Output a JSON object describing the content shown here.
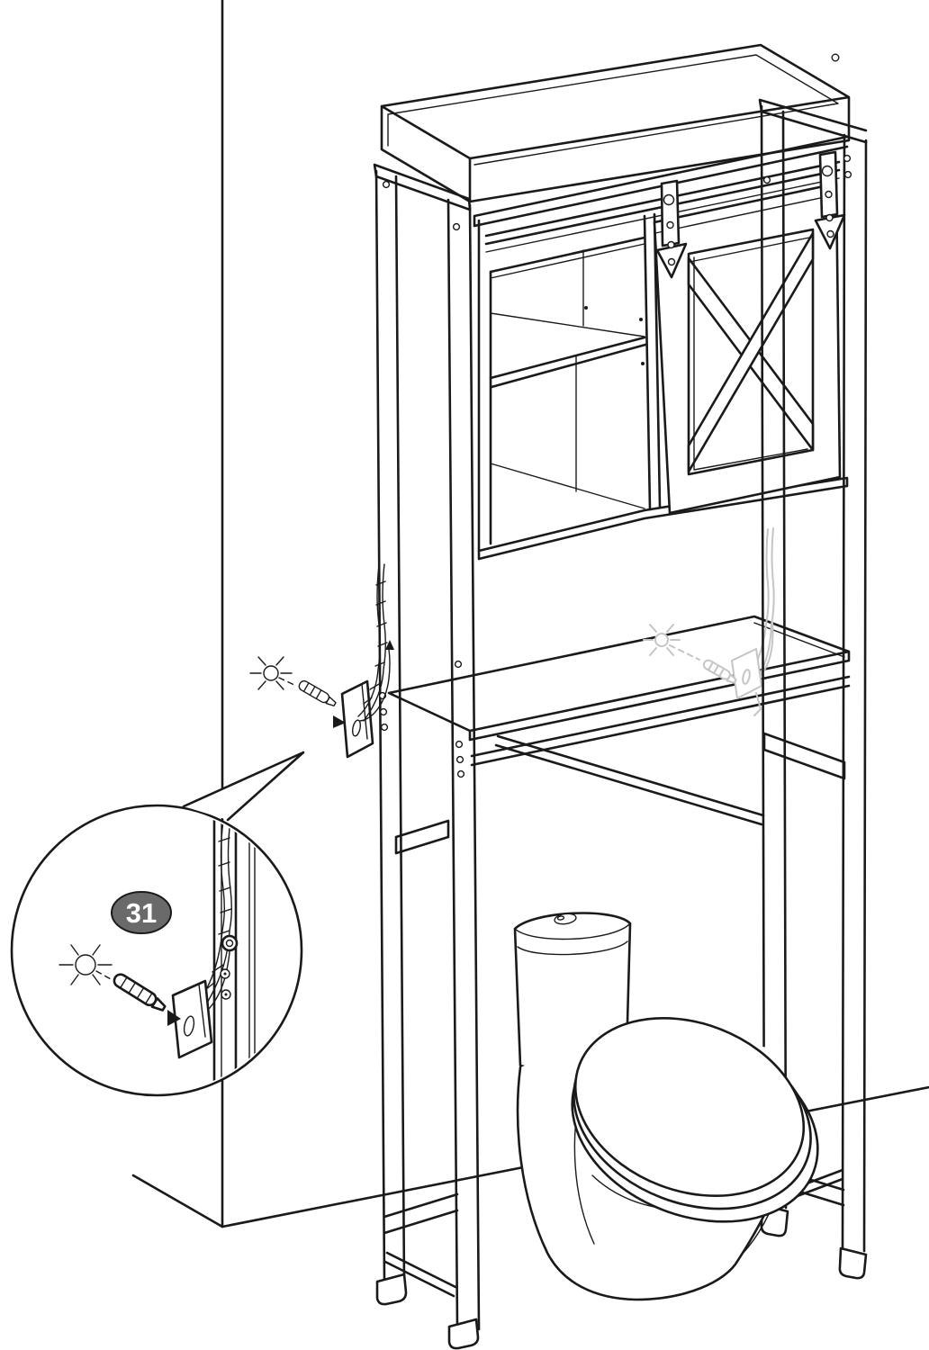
{
  "diagram": {
    "kind": "assembly-instruction line drawing",
    "scene": "over-the-toilet storage rack with sliding barn door cabinet standing over a toilet in a wall corner; anti-tip strap, bracket and wall anchor shown installed on the left post, a ghosted duplicate on the right shelf, and a magnified callout bubble of the anchoring detail"
  },
  "callout": {
    "part_number": "31"
  },
  "colors": {
    "line": "#1a1a1a",
    "ghost": "#c5c5c5",
    "badge_fill": "#6a6a6a",
    "badge_text": "#ffffff",
    "background": "#ffffff"
  }
}
